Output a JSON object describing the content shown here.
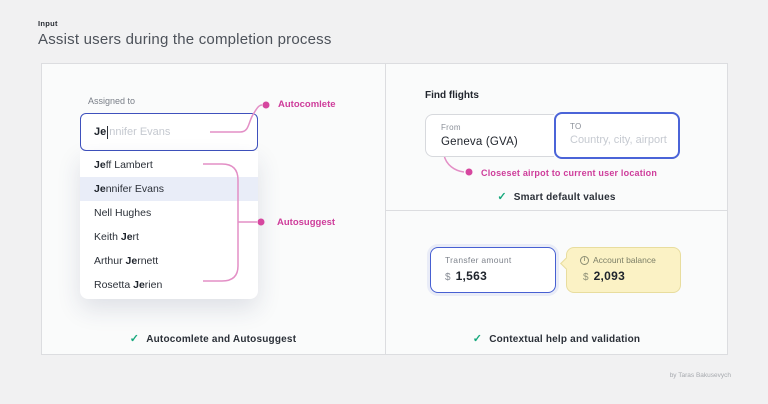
{
  "colors": {
    "accent_pink": "#d6479f",
    "accent_pink_line": "#e38fc6",
    "accent_blue": "#4156c6",
    "check_green": "#17a97d",
    "tooltip_yellow": "#fbf2c5",
    "highlight_row": "#e9edf8"
  },
  "header": {
    "kicker": "Input",
    "title": "Assist users during the completion process"
  },
  "left_panel": {
    "field_label": "Assigned to",
    "typed": "Je",
    "completion": "nnifer Evans",
    "autocomplete_annotation": "Autocomlete",
    "autosuggest_annotation": "Autosuggest",
    "suggestions": [
      {
        "pre": "",
        "bold": "Je",
        "post": "ff Lambert"
      },
      {
        "pre": "",
        "bold": "Je",
        "post": "nnifer Evans"
      },
      {
        "pre": "Nell Hughes",
        "bold": "",
        "post": ""
      },
      {
        "pre": "Keith ",
        "bold": "Je",
        "post": "rt"
      },
      {
        "pre": "Arthur ",
        "bold": "Je",
        "post": "rnett"
      },
      {
        "pre": "Rosetta ",
        "bold": "Je",
        "post": "rien"
      }
    ],
    "caption_check": "✓",
    "caption": "Autocomlete and Autosuggest"
  },
  "flights_panel": {
    "title": "Find flights",
    "from_field": {
      "label": "From",
      "value": "Geneva (GVA)"
    },
    "to_field": {
      "label": "TO",
      "placeholder": "Country, city, airport"
    },
    "annotation": "Closeset airpot to current user location",
    "caption_check": "✓",
    "caption": "Smart default values"
  },
  "transfer_panel": {
    "amount_field": {
      "label": "Transfer amount",
      "currency": "$",
      "value": "1,563"
    },
    "balance_tooltip": {
      "info_icon": "i",
      "label": "Account balance",
      "currency": "$",
      "value": "2,093"
    },
    "caption_check": "✓",
    "caption": "Contextual help and validation"
  },
  "footer": {
    "credit": "by Taras Bakusevych"
  }
}
